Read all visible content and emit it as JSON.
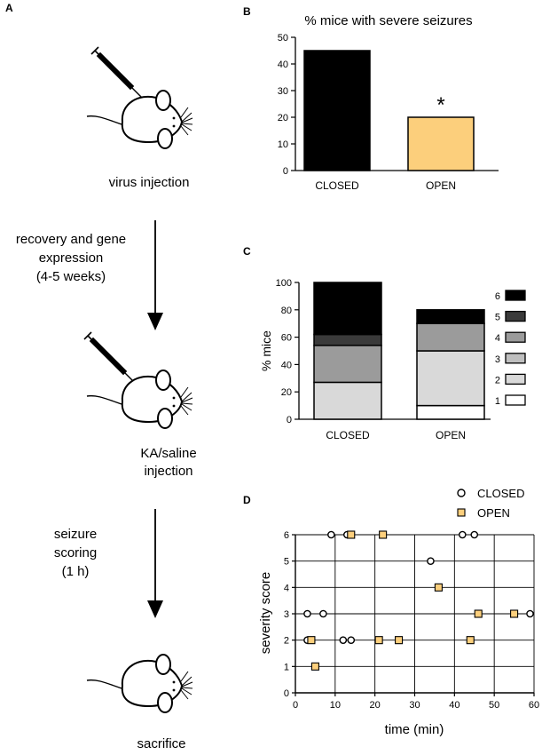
{
  "panels": {
    "a": {
      "letter": "A",
      "step1": "virus injection",
      "step2_lines": [
        "recovery and gene",
        "expression",
        "(4-5 weeks)"
      ],
      "step3_lines": [
        "KA/saline",
        "injection"
      ],
      "step4_lines": [
        "seizure",
        "scoring",
        "(1 h)"
      ],
      "step5": "sacrifice"
    },
    "b": {
      "letter": "B"
    },
    "c": {
      "letter": "C"
    },
    "d": {
      "letter": "D"
    }
  },
  "chart_data": [
    {
      "id": "B",
      "type": "bar",
      "title": "% mice with severe seizures",
      "categories": [
        "CLOSED",
        "OPEN"
      ],
      "values": [
        45,
        20
      ],
      "colors": [
        "#000000",
        "#fccf7c"
      ],
      "ylim": [
        0,
        50
      ],
      "yticks": [
        0,
        10,
        20,
        30,
        40,
        50
      ],
      "annotations": [
        {
          "category": "OPEN",
          "text": "*"
        }
      ],
      "grid": false
    },
    {
      "id": "C",
      "type": "bar",
      "stacked": true,
      "ylabel": "% mice",
      "categories": [
        "CLOSED",
        "OPEN"
      ],
      "ylim": [
        0,
        100
      ],
      "yticks": [
        0,
        20,
        40,
        60,
        80,
        100
      ],
      "series": [
        {
          "name": "1",
          "color": "#ffffff",
          "values": [
            0,
            10
          ]
        },
        {
          "name": "2",
          "color": "#d9d9d9",
          "values": [
            27,
            40
          ]
        },
        {
          "name": "3",
          "color": "#bfbfbf",
          "values": [
            0,
            0
          ]
        },
        {
          "name": "4",
          "color": "#9b9b9b",
          "values": [
            27,
            20
          ]
        },
        {
          "name": "5",
          "color": "#3a3a3a",
          "values": [
            8,
            0
          ]
        },
        {
          "name": "6",
          "color": "#000000",
          "values": [
            38,
            10
          ]
        }
      ],
      "legend": "right",
      "grid": false
    },
    {
      "id": "D",
      "type": "scatter",
      "xlabel": "time (min)",
      "ylabel": "severity score",
      "xlim": [
        0,
        60
      ],
      "ylim": [
        0,
        6
      ],
      "xticks": [
        0,
        10,
        20,
        30,
        40,
        50,
        60
      ],
      "yticks": [
        0,
        1,
        2,
        3,
        4,
        5,
        6
      ],
      "grid": true,
      "legend": "top-right",
      "series": [
        {
          "name": "CLOSED",
          "marker": "open-circle",
          "color": "#000000",
          "points": [
            [
              3,
              2
            ],
            [
              3,
              3
            ],
            [
              7,
              3
            ],
            [
              9,
              6
            ],
            [
              12,
              2
            ],
            [
              13,
              6
            ],
            [
              14,
              2
            ],
            [
              34,
              5
            ],
            [
              42,
              6
            ],
            [
              45,
              6
            ],
            [
              59,
              3
            ]
          ]
        },
        {
          "name": "OPEN",
          "marker": "square",
          "color": "#fccf7c",
          "points": [
            [
              4,
              2
            ],
            [
              5,
              1
            ],
            [
              14,
              6
            ],
            [
              21,
              2
            ],
            [
              22,
              6
            ],
            [
              26,
              2
            ],
            [
              36,
              4
            ],
            [
              44,
              2
            ],
            [
              46,
              3
            ],
            [
              55,
              3
            ]
          ]
        }
      ]
    }
  ]
}
